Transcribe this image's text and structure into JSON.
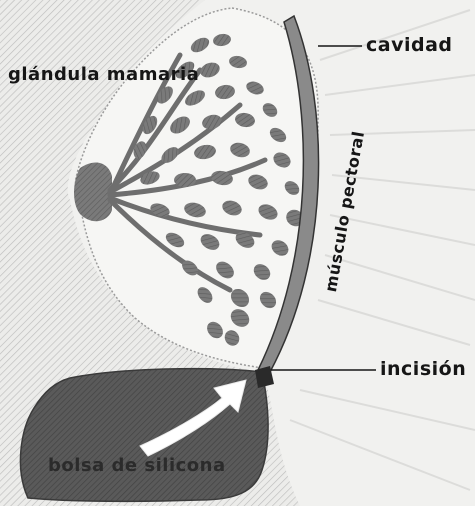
{
  "labels": {
    "cavidad": "cavidad",
    "glandula": "glándula mamaria",
    "musculo": "músculo pectoral",
    "incision": "incisión",
    "bolsa": "bolsa de silicona"
  },
  "colors": {
    "background": "#f1f1ef",
    "hatch": "#bdbdbd",
    "breast_fill": "#f6f6f4",
    "lobules": "#6e6e6e",
    "implant": "#5a5a5a",
    "muscle": "#8a8a8a",
    "arrow": "#ffffff",
    "ink": "#161616"
  }
}
